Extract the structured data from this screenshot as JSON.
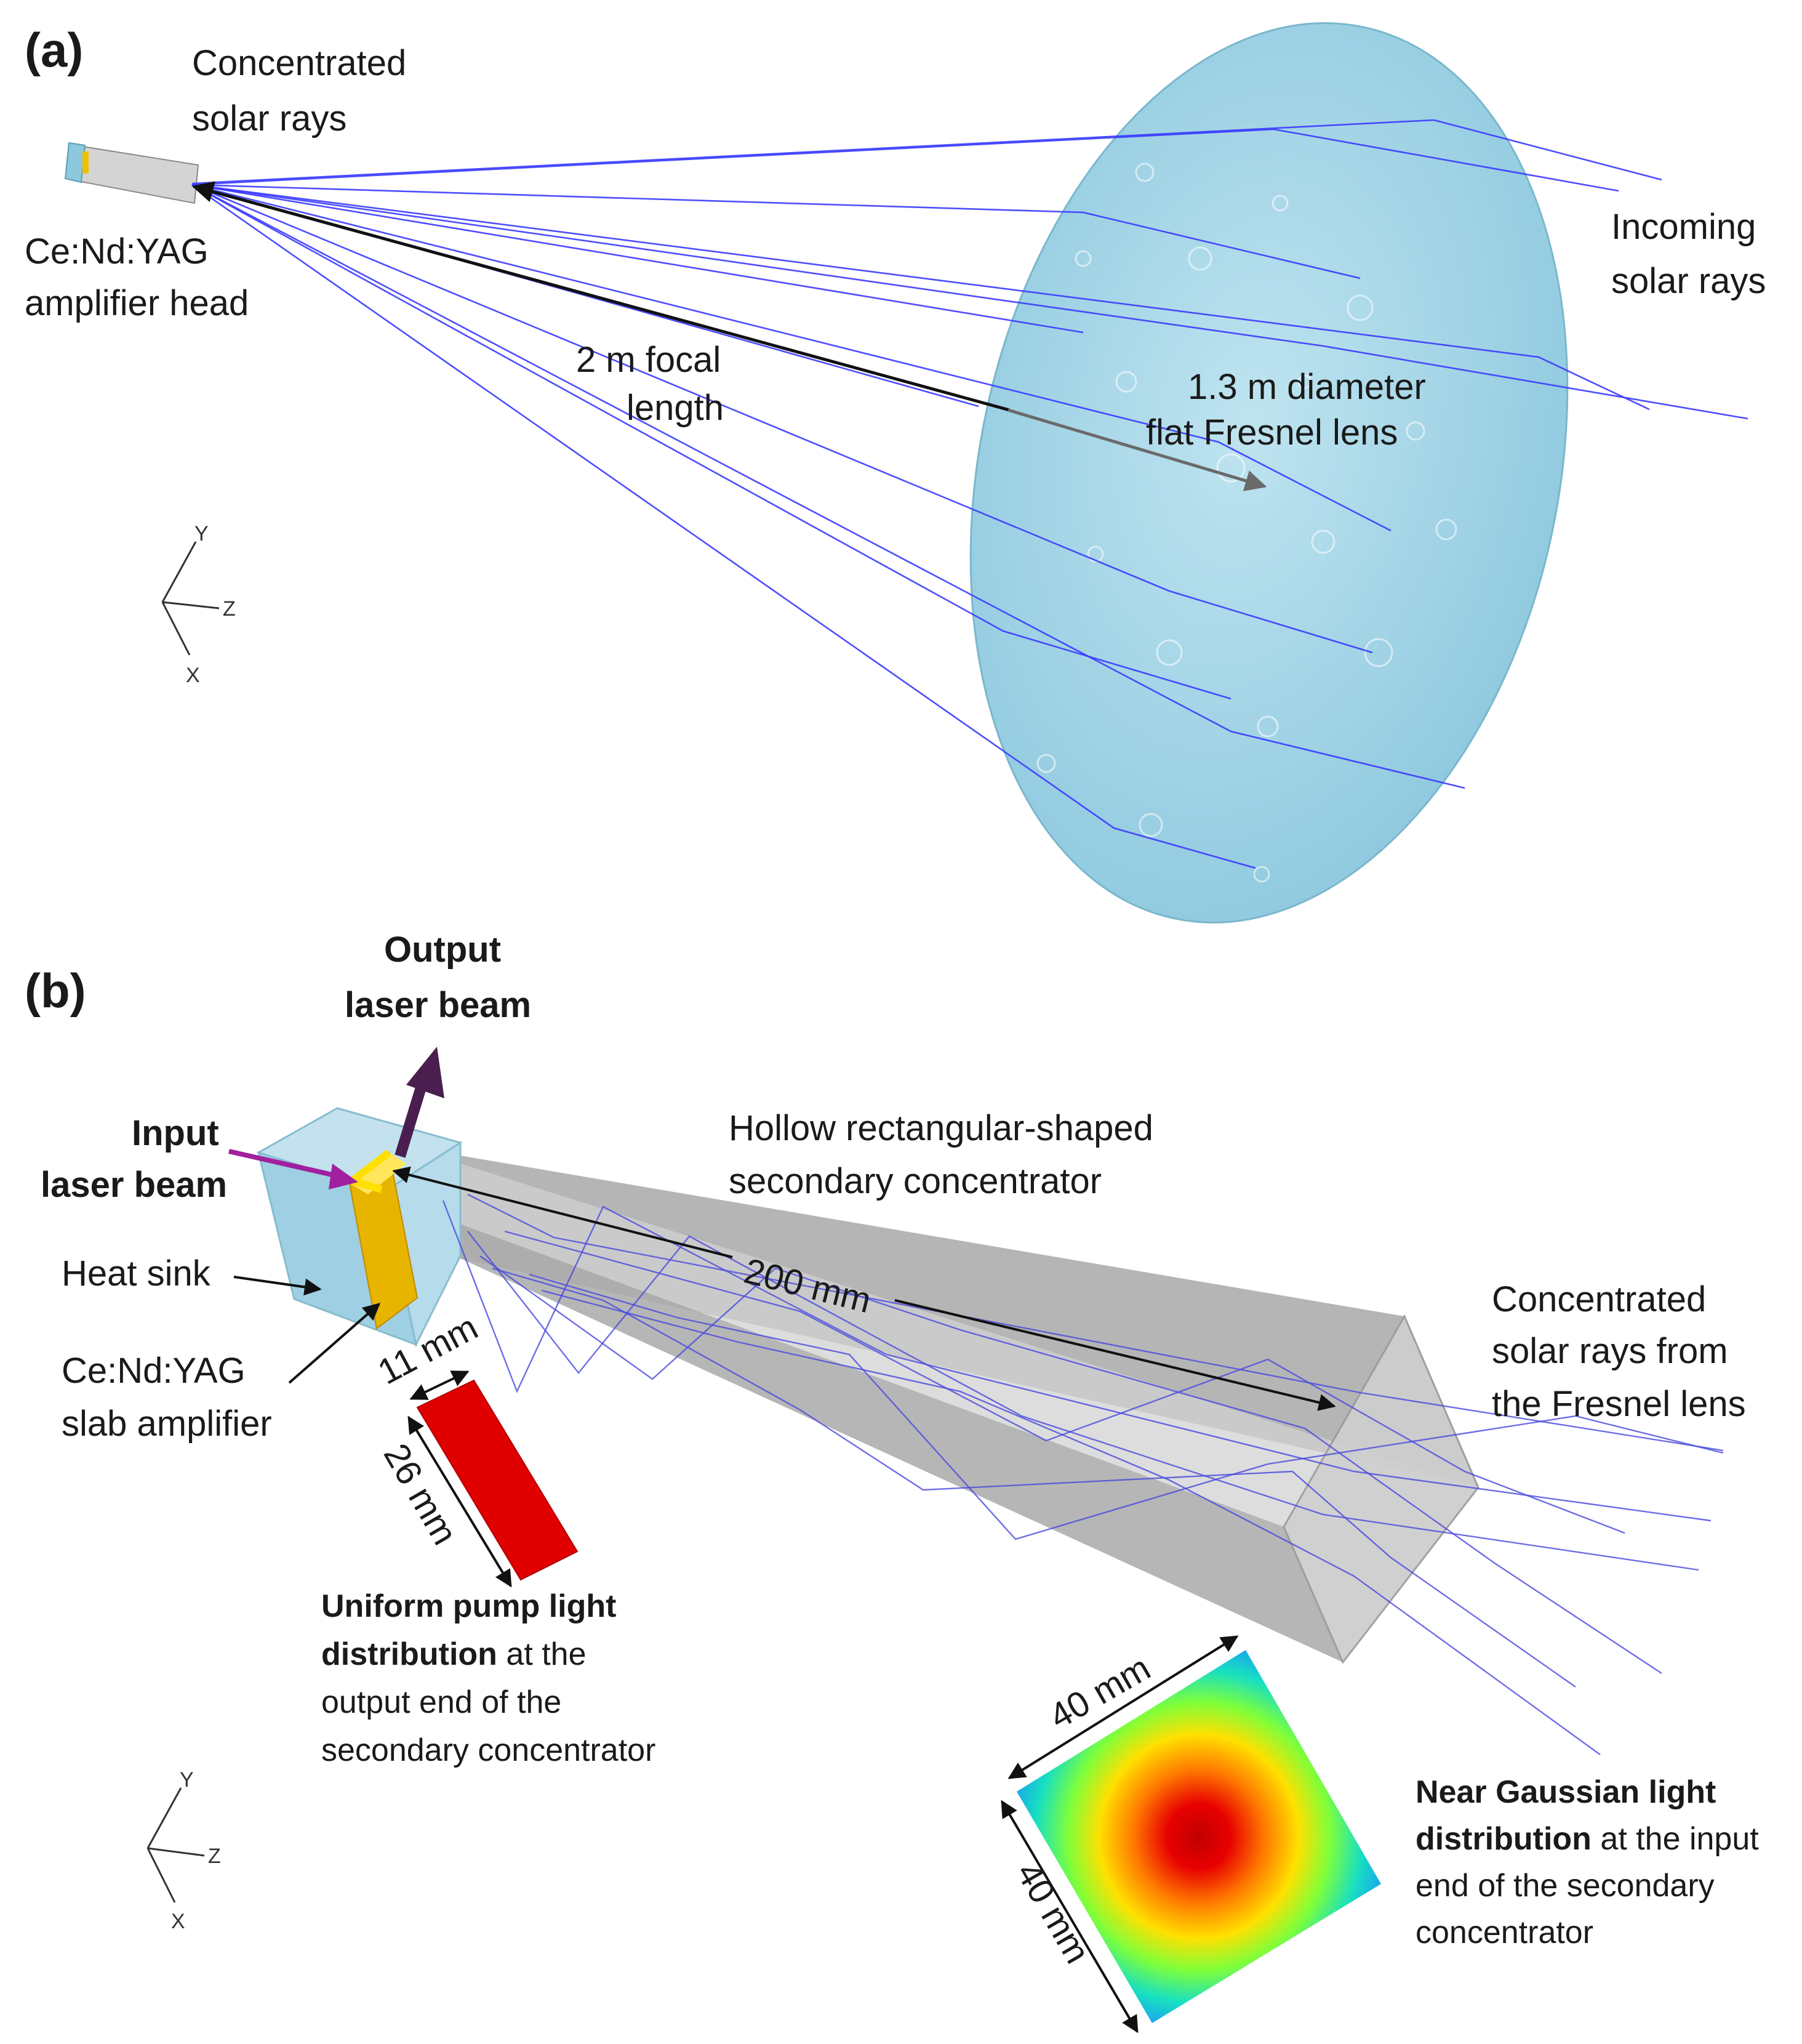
{
  "panel_a": {
    "tag": "(a)",
    "concentrated_rays": [
      "Concentrated",
      "solar rays"
    ],
    "amplifier_head": [
      "Ce:Nd:YAG",
      "amplifier head"
    ],
    "incoming_rays": [
      "Incoming",
      "solar rays"
    ],
    "focal_length": [
      "2 m focal",
      "length"
    ],
    "lens_label": [
      "1.3 m diameter",
      "flat Fresnel lens"
    ],
    "axes": {
      "y": "Y",
      "z": "Z",
      "x": "X"
    }
  },
  "panel_b": {
    "tag": "(b)",
    "output_beam": [
      "Output",
      "laser beam"
    ],
    "input_beam": [
      "Input",
      "laser beam"
    ],
    "secondary_concentrator": [
      "Hollow rectangular-shaped",
      "secondary concentrator"
    ],
    "length_dim": "200 mm",
    "heat_sink": "Heat sink",
    "slab_amplifier": [
      "Ce:Nd:YAG",
      "slab  amplifier"
    ],
    "concentrated_from_lens": [
      "Concentrated",
      "solar rays from",
      "the Fresnel lens"
    ],
    "width_dim": "11 mm",
    "height_dim": "26 mm",
    "uniform_caption": {
      "bold1": "Uniform pump light",
      "bold2": "distribution",
      "rest2": " at the",
      "line3": "output end of the",
      "line4": "secondary concentrator"
    },
    "gaussian_dim_top": "40 mm",
    "gaussian_dim_side": "40 mm",
    "gaussian_caption": {
      "bold1": "Near Gaussian light",
      "bold2": "distribution",
      "rest2": " at the input",
      "line3": "end of the secondary",
      "line4": "concentrator"
    },
    "axes": {
      "y": "Y",
      "z": "Z",
      "x": "X"
    }
  },
  "colors": {
    "ray": "#3b3bff",
    "lens": "#9ed3e6",
    "concentrator": "#bdbdbd",
    "heat_sink": "#a9d6e8",
    "slab": "#f5c400",
    "output_beam": "#4a1f4f",
    "input_beam": "#a020a0",
    "uniform_patch": "#e00000"
  }
}
